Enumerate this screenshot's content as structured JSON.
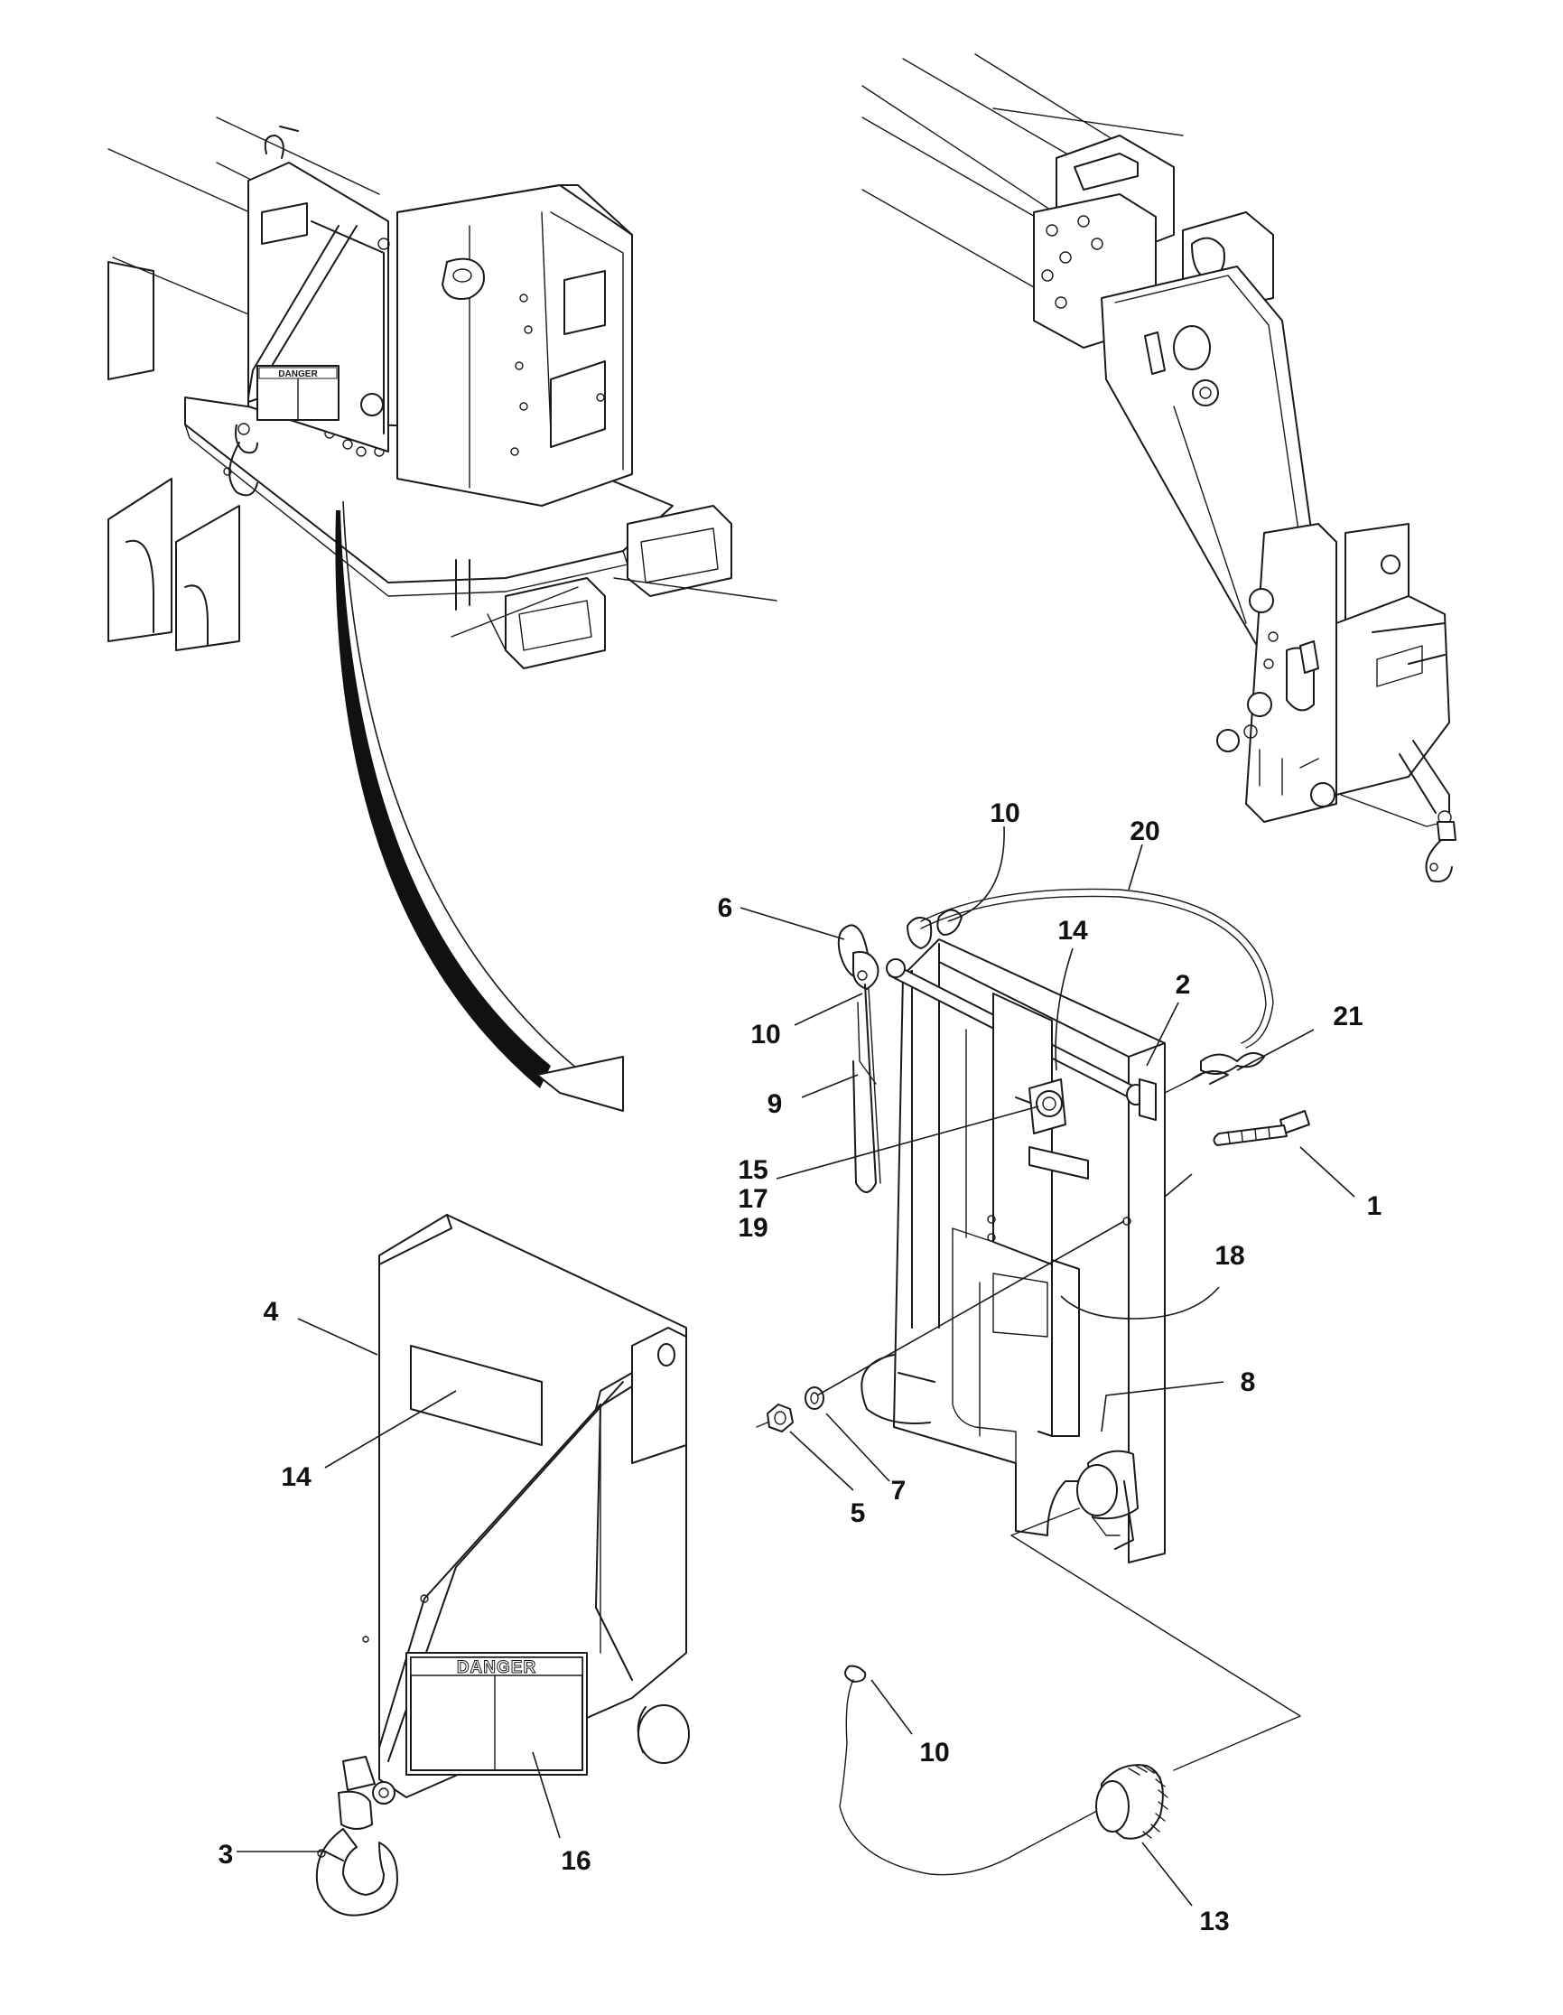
{
  "decal_text": {
    "danger_large": "DANGER",
    "danger_small": "DANGER"
  },
  "callouts": [
    {
      "id": "c10a",
      "label": "10"
    },
    {
      "id": "c20",
      "label": "20"
    },
    {
      "id": "c6",
      "label": "6"
    },
    {
      "id": "c14a",
      "label": "14"
    },
    {
      "id": "c2",
      "label": "2"
    },
    {
      "id": "c10b",
      "label": "10"
    },
    {
      "id": "c21",
      "label": "21"
    },
    {
      "id": "c9",
      "label": "9"
    },
    {
      "id": "c15",
      "label": "15"
    },
    {
      "id": "c17",
      "label": "17"
    },
    {
      "id": "c19",
      "label": "19"
    },
    {
      "id": "c1",
      "label": "1"
    },
    {
      "id": "c18",
      "label": "18"
    },
    {
      "id": "c4",
      "label": "4"
    },
    {
      "id": "c8",
      "label": "8"
    },
    {
      "id": "c14b",
      "label": "14"
    },
    {
      "id": "c7",
      "label": "7"
    },
    {
      "id": "c5",
      "label": "5"
    },
    {
      "id": "c10c",
      "label": "10"
    },
    {
      "id": "c3",
      "label": "3"
    },
    {
      "id": "c16",
      "label": "16"
    },
    {
      "id": "c13",
      "label": "13"
    }
  ]
}
